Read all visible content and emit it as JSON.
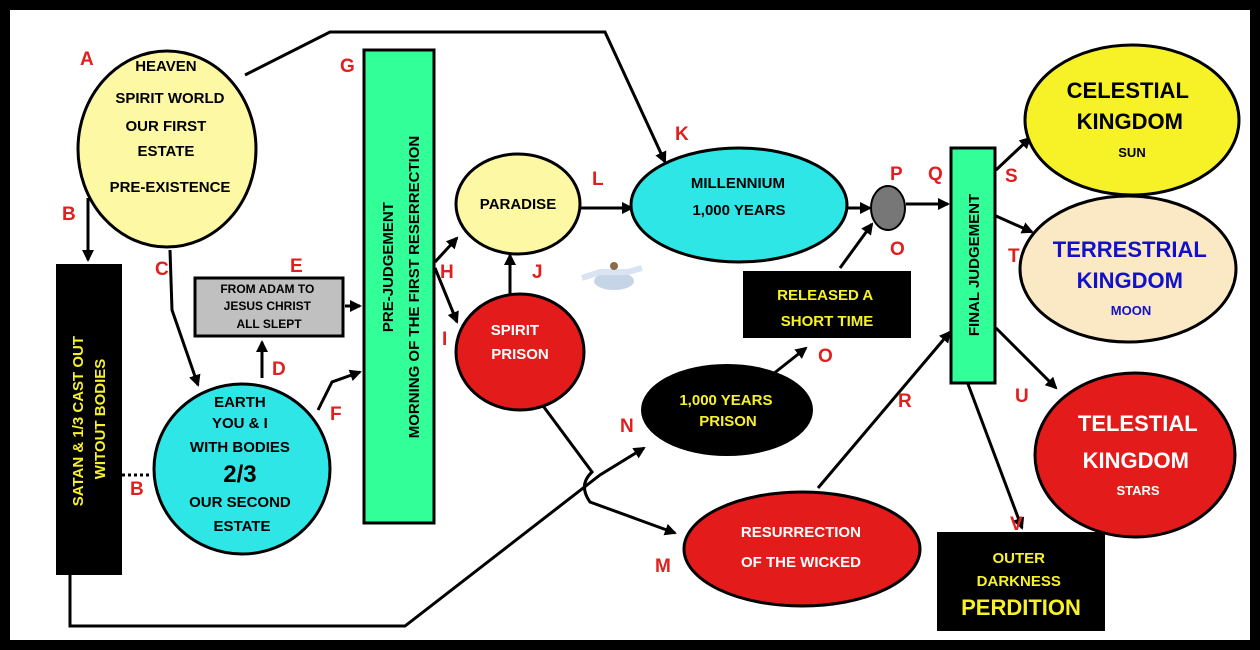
{
  "nodes": {
    "heaven": [
      "HEAVEN",
      "SPIRIT WORLD",
      "OUR FIRST",
      "ESTATE",
      "PRE-EXISTENCE"
    ],
    "satan": [
      "SATAN & 1/3 CAST OUT",
      "WITOUT BODIES"
    ],
    "adam": [
      "FROM ADAM TO",
      "JESUS CHRIST",
      "ALL SLEPT"
    ],
    "earth": [
      "EARTH",
      "YOU & I",
      "WITH BODIES",
      "2/3",
      "OUR SECOND",
      "ESTATE"
    ],
    "prejudgement": [
      "PRE-JUDGEMENT",
      "MORNING OF THE FIRST RESERRECTION"
    ],
    "paradise": "PARADISE",
    "spirit_prison": [
      "SPIRIT",
      "PRISON"
    ],
    "millennium": [
      "MILLENNIUM",
      "1,000 YEARS"
    ],
    "released": [
      "RELEASED A",
      "SHORT TIME"
    ],
    "prison1000": [
      "1,000 YEARS",
      "PRISON"
    ],
    "wicked": [
      "RESURRECTION",
      "OF THE WICKED"
    ],
    "final": "FINAL JUDGEMENT",
    "celestial": [
      "CELESTIAL",
      "KINGDOM",
      "SUN"
    ],
    "terrestrial": [
      "TERRESTRIAL",
      "KINGDOM",
      "MOON"
    ],
    "telestial": [
      "TELESTIAL",
      "KINGDOM",
      "STARS"
    ],
    "outer": [
      "OUTER",
      "DARKNESS",
      "PERDITION"
    ]
  },
  "letters": {
    "A": "A",
    "B1": "B",
    "B2": "B",
    "C": "C",
    "D": "D",
    "E": "E",
    "F": "F",
    "G": "G",
    "H": "H",
    "I": "I",
    "J": "J",
    "K": "K",
    "L": "L",
    "M": "M",
    "N": "N",
    "O1": "O",
    "O2": "O",
    "P": "P",
    "Q": "Q",
    "R": "R",
    "S": "S",
    "T": "T",
    "U": "U",
    "V": "V"
  },
  "colors": {
    "heaven": "#fdf8a4",
    "satan": "#000000",
    "satan_text": "#f7f227",
    "adam": "#c0c0c0",
    "earth": "#2ee6e6",
    "green": "#33ff99",
    "paradise": "#fdf8a4",
    "spirit_prison": "#e31b1b",
    "millennium": "#2ee6e6",
    "released": "#000000",
    "released_text": "#f7f227",
    "prison1000": "#000000",
    "prison1000_text": "#f7f227",
    "wicked": "#e31b1b",
    "celestial": "#f7f227",
    "terrestrial": "#fbe8c4",
    "terrestrial_text": "#1111cc",
    "telestial": "#e31b1b",
    "outer": "#000000",
    "outer_text": "#f7f227",
    "gray_dot": "#777777",
    "letter": "#e0201e"
  }
}
